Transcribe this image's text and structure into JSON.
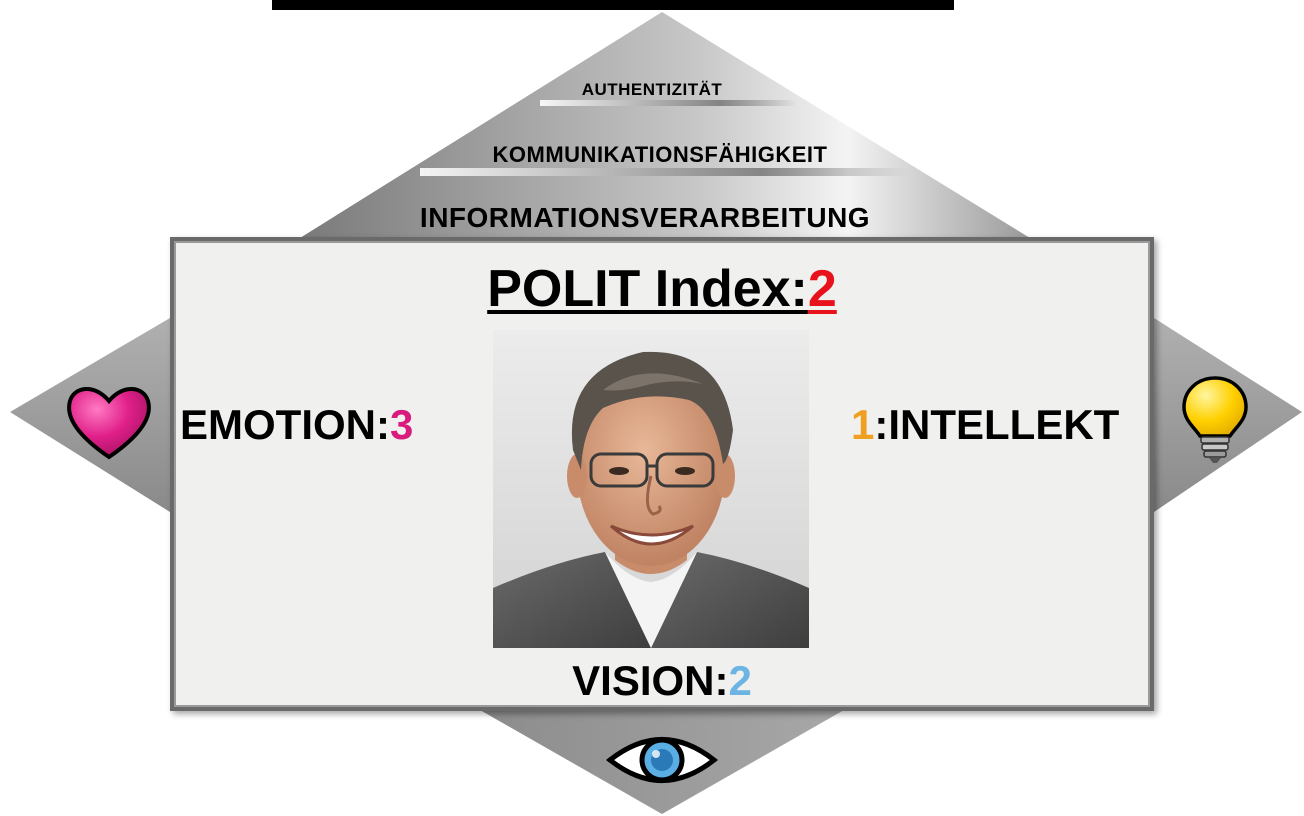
{
  "pyramid": {
    "levels": [
      {
        "label": "AUTHENTIZITÄT"
      },
      {
        "label": "KOMMUNIKATIONSFÄHIGKEIT"
      },
      {
        "label": "INFORMATIONSVERARBEITUNG"
      }
    ]
  },
  "index": {
    "label": "POLIT Index:",
    "value": "2",
    "value_color": "#e8121c"
  },
  "emotion": {
    "label": "EMOTION:",
    "value": "3",
    "value_color": "#d81b7c",
    "icon": "heart-icon"
  },
  "intellekt": {
    "label": ":INTELLEKT",
    "value": "1",
    "value_color": "#f0a020",
    "icon": "lightbulb-icon"
  },
  "vision": {
    "label": "VISION:",
    "value": "2",
    "value_color": "#6cb4e4",
    "icon": "eye-icon"
  },
  "colors": {
    "card_bg": "#f0f0ee",
    "diamond_gray": "#8e8e8e"
  }
}
